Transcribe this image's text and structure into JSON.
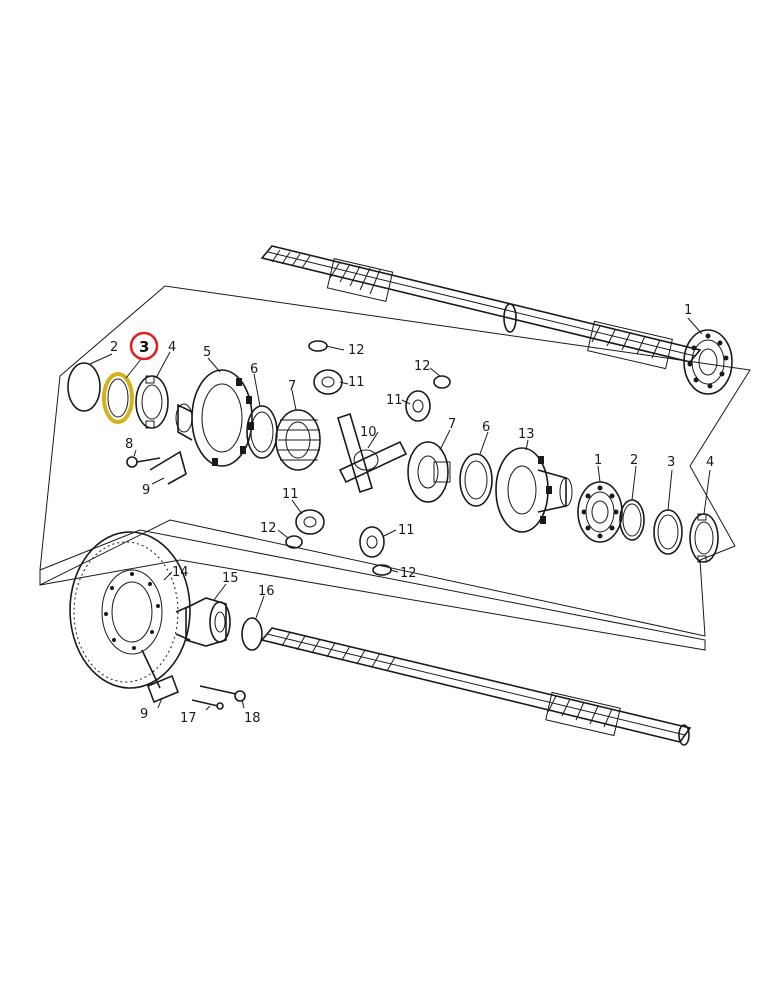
{
  "highlight": {
    "part": "3",
    "circle_color": "#e02020",
    "ring_color": "#d4b21a"
  },
  "labels": {
    "p1_top": "1",
    "p2_left": "2",
    "p3_left": "3",
    "p4_left": "4",
    "p5": "5",
    "p6_left": "6",
    "p7_left": "7",
    "p8": "8",
    "p9_upper": "9",
    "p10": "10",
    "p11_top": "11",
    "p11_right": "11",
    "p11_bottom_left": "11",
    "p11_bottom_right": "11",
    "p12_top": "12",
    "p12_right": "12",
    "p12_bottom_left": "12",
    "p12_bottom_right": "12",
    "p7_right": "7",
    "p6_right": "6",
    "p13": "13",
    "p1_right": "1",
    "p2_right": "2",
    "p3_right": "3",
    "p4_right": "4",
    "p14": "14",
    "p15": "15",
    "p16": "16",
    "p9_lower": "9",
    "p17": "17",
    "p18": "18"
  }
}
